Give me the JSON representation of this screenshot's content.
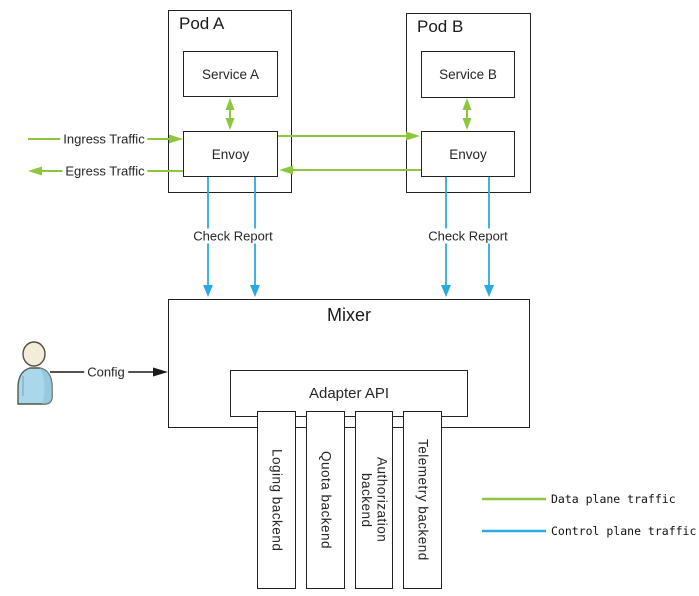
{
  "colors": {
    "data_plane": "#8dc63f",
    "control_plane": "#29abe2",
    "ink": "#1a1a1a",
    "actor_head": "#f3ecd9",
    "actor_body": "#abd7ea"
  },
  "pods": [
    {
      "title": "Pod A",
      "service": "Service A",
      "proxy": "Envoy"
    },
    {
      "title": "Pod B",
      "service": "Service B",
      "proxy": "Envoy"
    }
  ],
  "flows": {
    "ingress": "Ingress Traffic",
    "egress": "Egress Traffic",
    "check_report_a": "Check Report",
    "check_report_b": "Check Report",
    "config": "Config"
  },
  "mixer": {
    "title": "Mixer",
    "adapter_api": "Adapter API",
    "backends": [
      "Loging backend",
      "Quota backend",
      "Authorization\nbackend",
      "Telemetry backend"
    ]
  },
  "legend": [
    {
      "label": "Data plane traffic",
      "color": "#8dc63f"
    },
    {
      "label": "Control plane traffic",
      "color": "#29abe2"
    }
  ]
}
